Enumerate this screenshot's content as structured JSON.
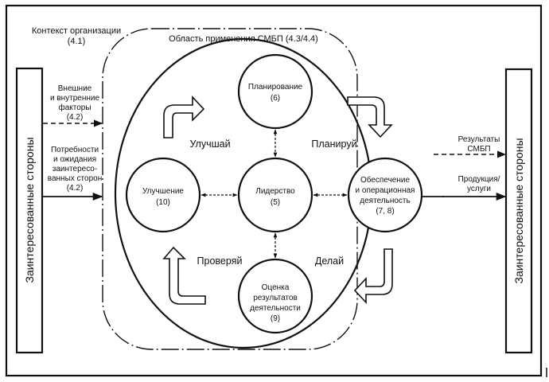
{
  "context": {
    "title_line1": "Контекст организации",
    "title_line2": "(4.1)"
  },
  "scope": {
    "title": "Область применения СМБП (4.3/4.4)"
  },
  "stakeholders": {
    "left_label": "Заинтересованные стороны",
    "right_label": "Заинтересованные стороны"
  },
  "inputs": {
    "factors": [
      "Внешние",
      "и внутренние",
      "факторы",
      "(4.2)"
    ],
    "needs": [
      "Потребности",
      "и ожидания",
      "заинтересо-",
      "ванных сторон",
      "(4.2)"
    ]
  },
  "outputs": {
    "results": [
      "Результаты",
      "СМБП"
    ],
    "products": [
      "Продукция/",
      "услуги"
    ]
  },
  "nodes": {
    "planning": [
      "Планирование",
      "(6)"
    ],
    "leadership": [
      "Лидерство",
      "(5)"
    ],
    "improvement": [
      "Улучшение",
      "(10)"
    ],
    "operation": [
      "Обеспечение",
      "и операционная",
      "деятельность",
      "(7, 8)"
    ],
    "evaluation": [
      "Оценка",
      "результатов",
      "деятельности",
      "(9)"
    ]
  },
  "cycle": {
    "act": "Улучшай",
    "plan": "Планируй",
    "do": "Делай",
    "check": "Проверяй"
  }
}
